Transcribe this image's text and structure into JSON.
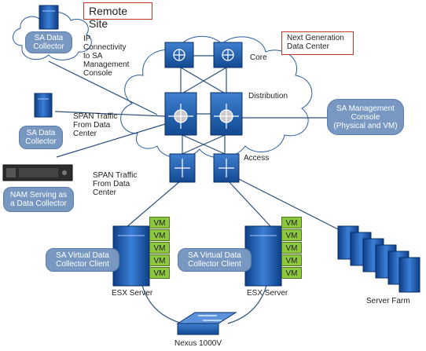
{
  "labels": {
    "remote_site": "Remote Site",
    "next_gen_line1": "Next Generation",
    "next_gen_line2": "Data Center",
    "ip_conn_line1": "IP",
    "ip_conn_line2": "Connectivity",
    "ip_conn_line3": "to SA",
    "ip_conn_line4": "Management",
    "ip_conn_line5": "Console",
    "core": "Core",
    "distribution": "Distribution",
    "access": "Access",
    "span1_line1": "SPAN Traffic",
    "span1_line2": "From Data",
    "span1_line3": "Center",
    "span2_line1": "SPAN Traffic",
    "span2_line2": "From Data",
    "span2_line3": "Center",
    "esx_left": "ESX Server",
    "esx_right": "ESX Server",
    "server_farm": "Server Farm",
    "nexus": "Nexus 1000V"
  },
  "pills": {
    "sa_remote_line1": "SA Data",
    "sa_remote_line2": "Collector",
    "sa_local_line1": "SA Data",
    "sa_local_line2": "Collector",
    "sa_mgmt_line1": "SA Management",
    "sa_mgmt_line2": "Console",
    "sa_mgmt_line3": "(Physical and VM)",
    "nam_line1": "NAM Serving as",
    "nam_line2": "a Data Collector",
    "vdc_left_line1": "SA Virtual Data",
    "vdc_left_line2": "Collector Client",
    "vdc_right_line1": "SA Virtual Data",
    "vdc_right_line2": "Collector Client"
  },
  "vm_label": "VM",
  "colors": {
    "pill_fill": "#7898c2",
    "server_blue": "#1f5fb0",
    "vm_green": "#8dc63f",
    "callout_border": "#c0392b",
    "link_line": "#2b4f7a"
  }
}
